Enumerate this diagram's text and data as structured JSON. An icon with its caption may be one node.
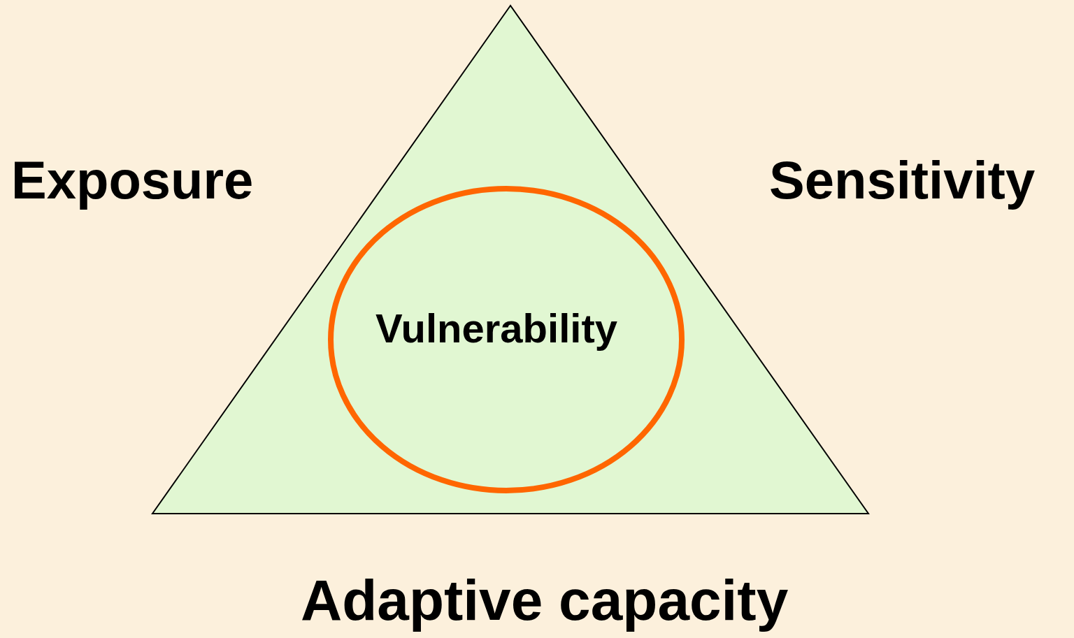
{
  "diagram": {
    "nodes": [
      {
        "text": [],
        "shape": "triangle"
      },
      {
        "text": [
          "Vulnerability"
        ],
        "in": 0
      }
    ],
    "edges": [],
    "labels": [
      "Exposure",
      "Sensitivity",
      "Adaptive capacity"
    ]
  }
}
